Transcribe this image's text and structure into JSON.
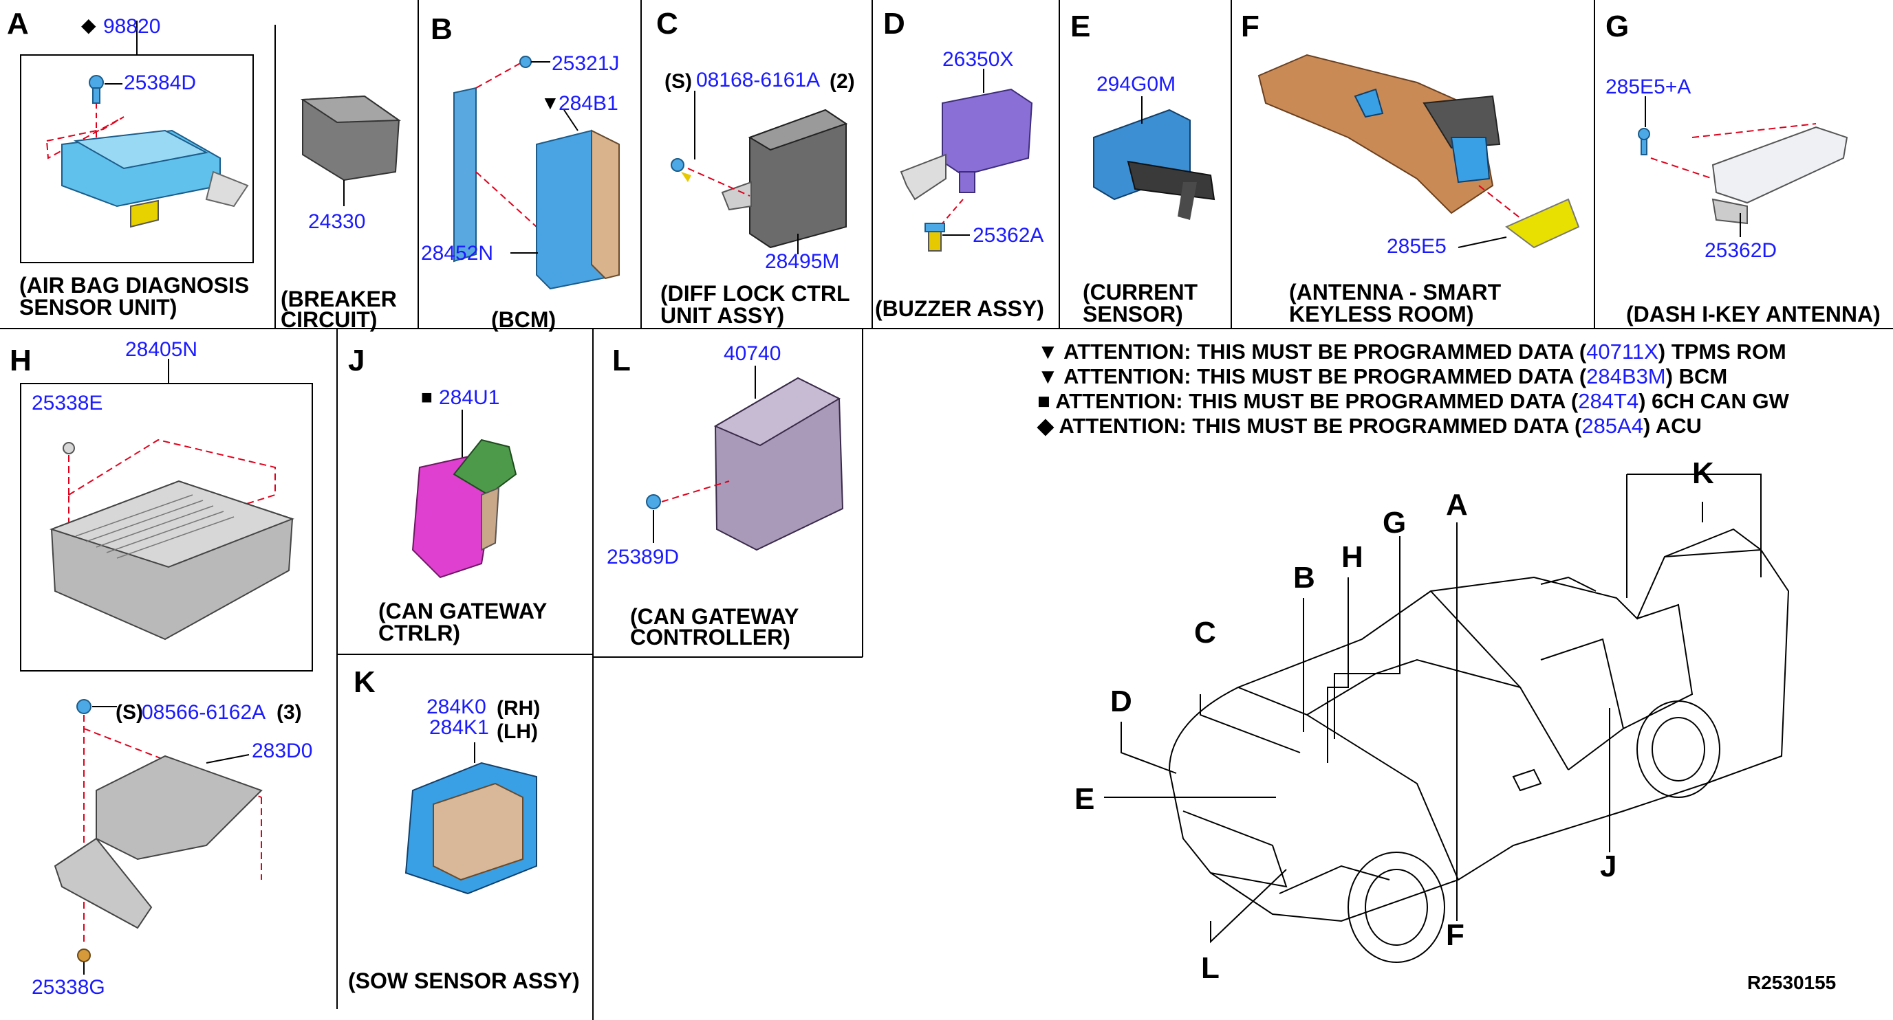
{
  "sections": {
    "A": {
      "letter": "A",
      "mark": "◆",
      "top_part": "98820",
      "bolt_part": "25384D",
      "caption_l1": "(AIR BAG DIAGNOSIS",
      "caption_l2": "SENSOR UNIT)"
    },
    "breaker": {
      "part": "24330",
      "caption_l1": "(BREAKER",
      "caption_l2": "CIRCUIT)"
    },
    "B": {
      "letter": "B",
      "clip_part": "25321J",
      "mark": "▼",
      "mark_part": "284B1",
      "bcm_part": "28452N",
      "caption": "(BCM)"
    },
    "C": {
      "letter": "C",
      "bolt_prefix": "(S)",
      "bolt_part": "08168-6161A",
      "bolt_qty": "(2)",
      "unit_part": "28495M",
      "caption_l1": "(DIFF LOCK CTRL",
      "caption_l2": "UNIT ASSY)"
    },
    "D": {
      "letter": "D",
      "part": "26350X",
      "bulb_part": "25362A",
      "caption": "(BUZZER ASSY)"
    },
    "E": {
      "letter": "E",
      "part": "294G0M",
      "caption_l1": "(CURRENT",
      "caption_l2": "SENSOR)"
    },
    "F": {
      "letter": "F",
      "part": "285E5",
      "caption_l1": "(ANTENNA - SMART",
      "caption_l2": "KEYLESS ROOM)"
    },
    "G": {
      "letter": "G",
      "clip_part": "285E5+A",
      "ant_part": "25362D",
      "caption": "(DASH I-KEY ANTENNA)"
    },
    "H": {
      "letter": "H",
      "part": "28405N",
      "screw_part": "25338E",
      "bolt_prefix": "(S)",
      "bolt_part": "08566-6162A",
      "bolt_qty": "(3)",
      "bracket_part": "283D0",
      "nut_part": "25338G"
    },
    "J": {
      "letter": "J",
      "mark": "■",
      "part": "284U1",
      "caption_l1": "(CAN GATEWAY",
      "caption_l2": "CTRLR)"
    },
    "K": {
      "letter": "K",
      "part_rh": "284K0",
      "rh": "(RH)",
      "part_lh": "284K1",
      "lh": "(LH)",
      "caption": "(SOW SENSOR ASSY)"
    },
    "L": {
      "letter": "L",
      "part": "40740",
      "screw_part": "25389D",
      "caption_l1": "(CAN GATEWAY",
      "caption_l2": "CONTROLLER)"
    }
  },
  "attention": [
    {
      "mark": "▼",
      "text": "ATTENTION: THIS MUST BE PROGRAMMED DATA (",
      "part": "40711X",
      "suffix": ") TPMS ROM"
    },
    {
      "mark": "▼",
      "text": "ATTENTION: THIS MUST BE PROGRAMMED DATA (",
      "part": "284B3M",
      "suffix": ") BCM"
    },
    {
      "mark": "■",
      "text": "ATTENTION: THIS MUST BE PROGRAMMED DATA (",
      "part": "284T4",
      "suffix": ") 6CH CAN GW"
    },
    {
      "mark": "◆",
      "text": "ATTENTION: THIS MUST BE PROGRAMMED DATA (",
      "part": "285A4",
      "suffix": ") ACU"
    }
  ],
  "truck_labels": {
    "A": "A",
    "B": "B",
    "C": "C",
    "D": "D",
    "E": "E",
    "F": "F",
    "G": "G",
    "H": "H",
    "J": "J",
    "K": "K",
    "L": "L"
  },
  "ref_code": "R2530155",
  "colors": {
    "part_number": "#1a1aff",
    "leader_dash": "#e0001b",
    "blue_part": "#3aa0e6",
    "purple_part": "#8a6fd6",
    "magenta_part": "#e040d0",
    "orange_part": "#c98a55",
    "gray_part": "#8e8e8e"
  }
}
